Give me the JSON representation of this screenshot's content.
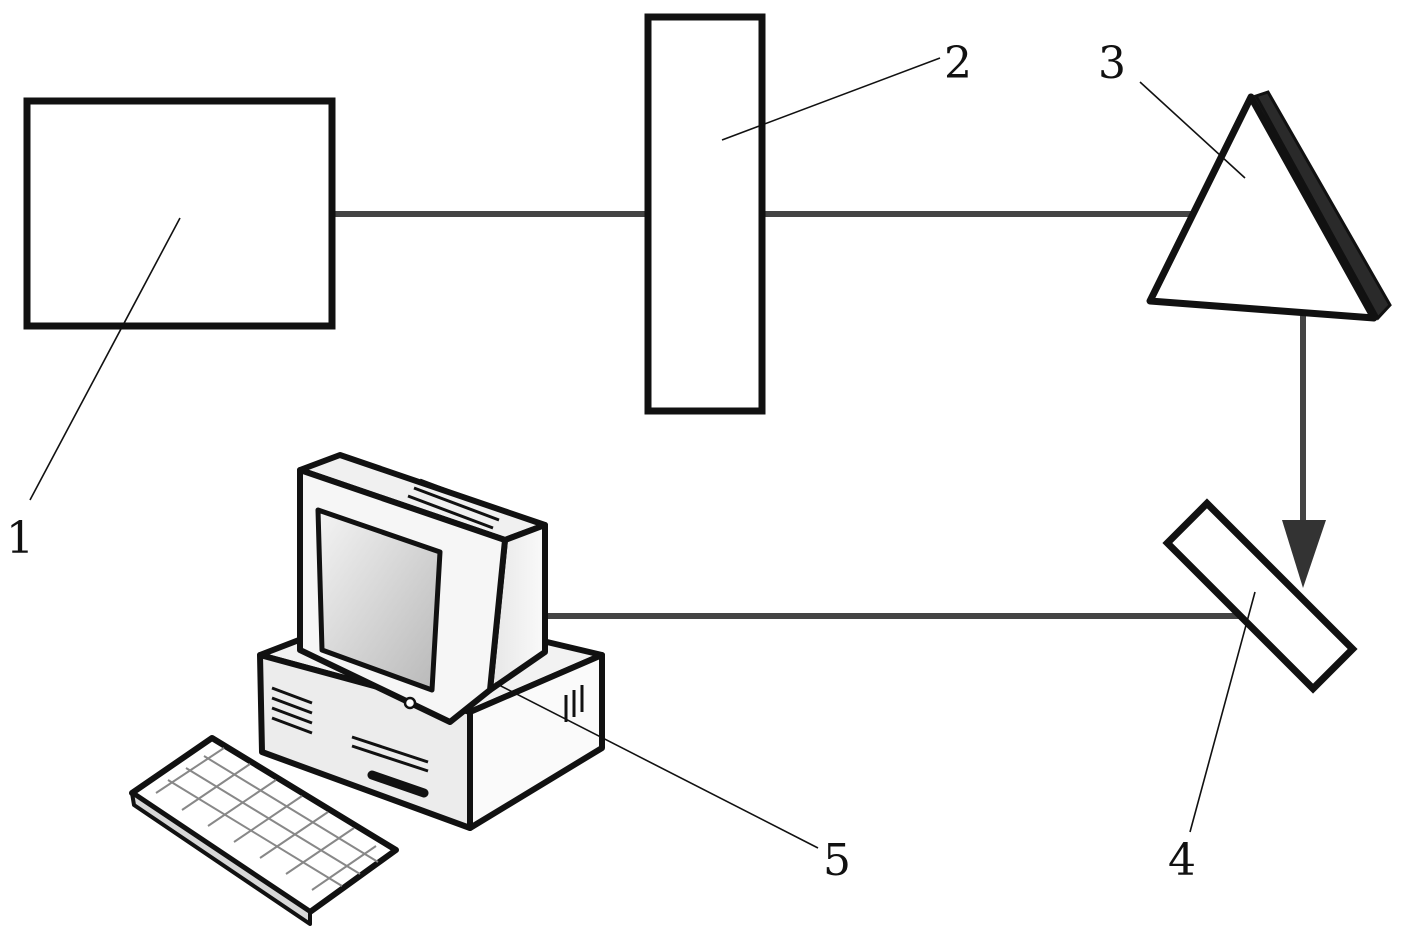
{
  "labels": {
    "laser": "1",
    "lens": "2",
    "prism": "3",
    "detector": "4",
    "computer": "5"
  },
  "colors": {
    "stroke": "#111111",
    "beam": "#444444",
    "background": "#ffffff"
  },
  "icons": {
    "computer": "desktop-computer-icon",
    "keyboard": "keyboard-icon"
  }
}
